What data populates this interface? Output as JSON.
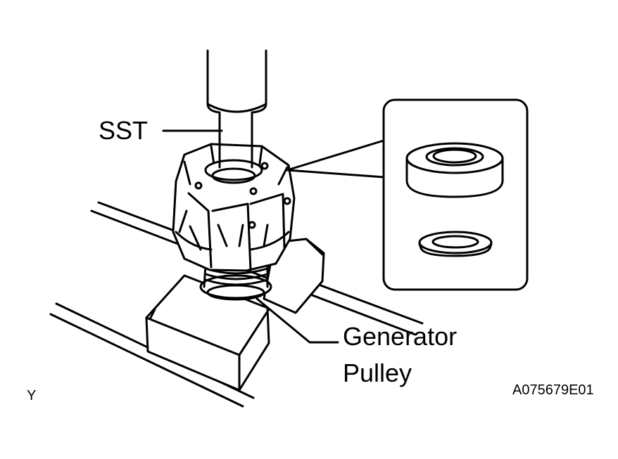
{
  "labels": {
    "sst": "SST",
    "generator": "Generator",
    "pulley": "Pulley",
    "corner_left": "Y",
    "figure_id": "A075679E01"
  },
  "colors": {
    "ink": "#000000",
    "paper": "#ffffff"
  },
  "icons": [
    "bearing-icon",
    "washer-icon"
  ]
}
